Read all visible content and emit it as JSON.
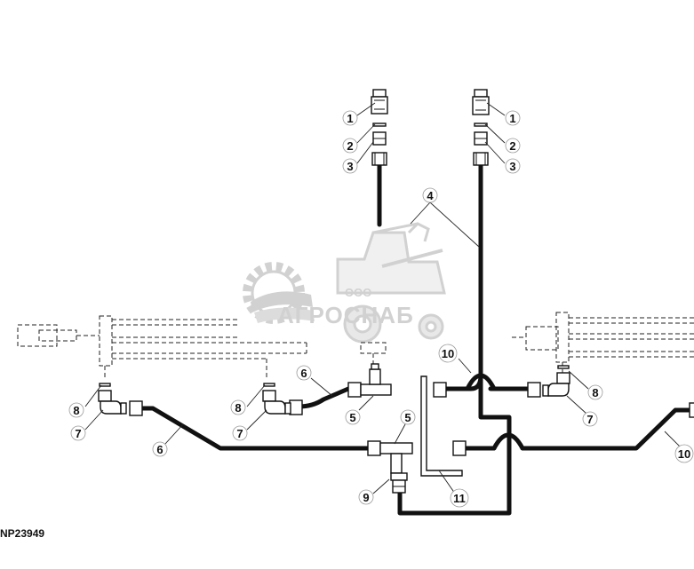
{
  "figure_code": "NP23949",
  "watermark": {
    "small": "ООО",
    "large": "АГРОСНАБ"
  },
  "callouts": [
    {
      "id": "c-1-left",
      "label": "1"
    },
    {
      "id": "c-2-left",
      "label": "2"
    },
    {
      "id": "c-3-left",
      "label": "3"
    },
    {
      "id": "c-1-right",
      "label": "1"
    },
    {
      "id": "c-2-right",
      "label": "2"
    },
    {
      "id": "c-3-right",
      "label": "3"
    },
    {
      "id": "c-4",
      "label": "4"
    },
    {
      "id": "c-6-upper",
      "label": "6"
    },
    {
      "id": "c-6-lower",
      "label": "6"
    },
    {
      "id": "c-5-upper",
      "label": "5"
    },
    {
      "id": "c-5-lower",
      "label": "5"
    },
    {
      "id": "c-10-upper",
      "label": "10"
    },
    {
      "id": "c-10-right",
      "label": "10"
    },
    {
      "id": "c-8-far-left",
      "label": "8"
    },
    {
      "id": "c-7-far-left",
      "label": "7"
    },
    {
      "id": "c-8-mid-left",
      "label": "8"
    },
    {
      "id": "c-7-mid-left",
      "label": "7"
    },
    {
      "id": "c-8-right",
      "label": "8"
    },
    {
      "id": "c-7-right",
      "label": "7"
    },
    {
      "id": "c-9",
      "label": "9"
    },
    {
      "id": "c-11",
      "label": "11"
    }
  ]
}
